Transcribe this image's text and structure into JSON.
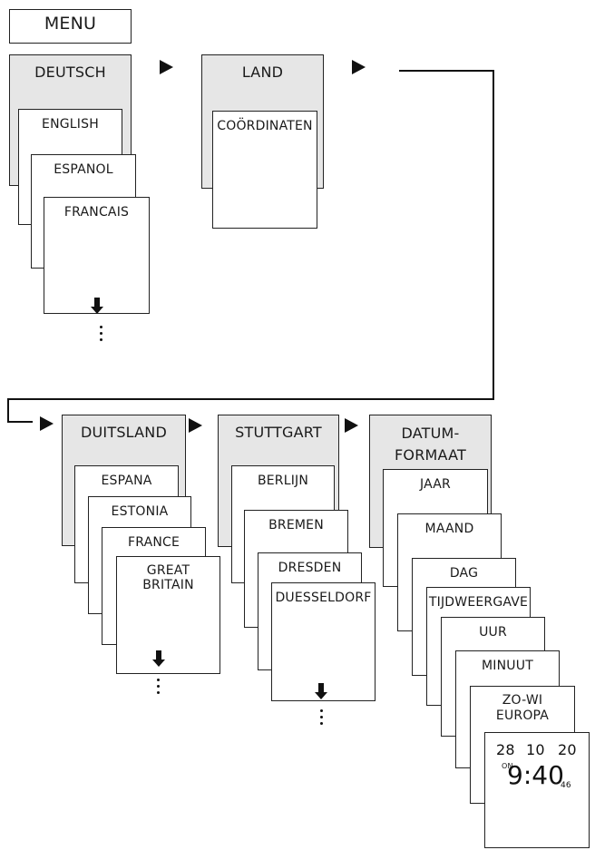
{
  "menu": {
    "label": "MENU"
  },
  "col1": {
    "header": "DEUTSCH",
    "items": [
      "ENGLISH",
      "ESPANOL",
      "FRANCAIS"
    ]
  },
  "col2": {
    "header": "LAND",
    "items": [
      "COÖRDINATEN"
    ]
  },
  "col3": {
    "header": "DUITSLAND",
    "items": [
      "ESPANA",
      "ESTONIA",
      "FRANCE",
      "GREAT\nBRITAIN"
    ]
  },
  "col4": {
    "header": "STUTTGART",
    "items": [
      "BERLIJN",
      "BREMEN",
      "DRESDEN",
      "DUESSELDORF"
    ]
  },
  "col5": {
    "header": "DATUM-\nFORMAAT",
    "items": [
      "JAAR",
      "MAAND",
      "DAG",
      "TIJDWEERGAVE",
      "UUR",
      "MINUUT",
      "ZO-WI\nEUROPA"
    ]
  },
  "display": {
    "day": "28",
    "on": "ON",
    "month": "10",
    "year": "20",
    "time": "9:40",
    "seconds": "46"
  },
  "icons": {
    "next": "triangle-right-icon",
    "scroll": "arrow-down-icon",
    "more": "vertical-ellipsis-icon"
  }
}
